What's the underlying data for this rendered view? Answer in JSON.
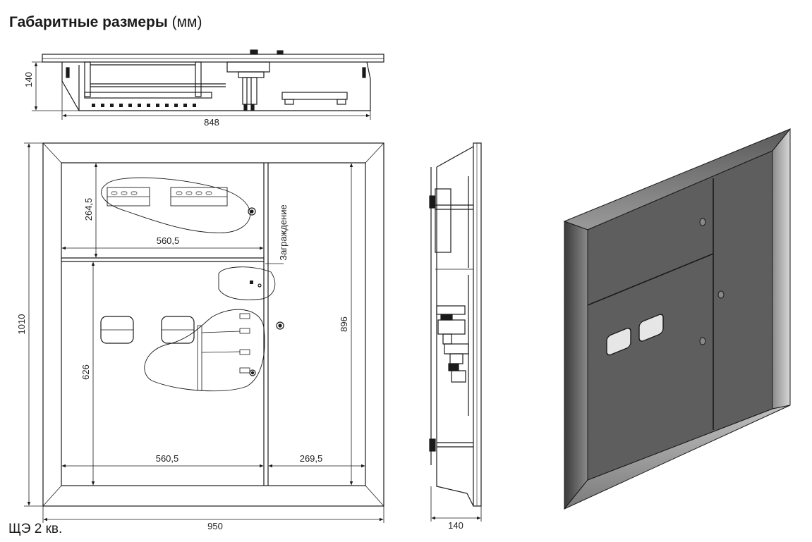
{
  "header": {
    "title_bold": "Габаритные размеры",
    "title_unit": "(мм)"
  },
  "dimensions": {
    "top_height": "140",
    "top_width": "848",
    "front_height": "1010",
    "front_width": "950",
    "upper_compartment_height": "264,5",
    "upper_compartment_width": "560,5",
    "lower_compartment_height": "626",
    "lower_compartment_width": "560,5",
    "right_compartment_height": "896",
    "right_compartment_width": "269,5",
    "side_depth": "140"
  },
  "labels": {
    "partition": "Заграждение"
  },
  "caption": "ЩЭ 2 кв.",
  "colors": {
    "line": "#1a1a1a",
    "panel_3d": "#5e5e5e",
    "frame_3d": "#2b2b2b"
  }
}
